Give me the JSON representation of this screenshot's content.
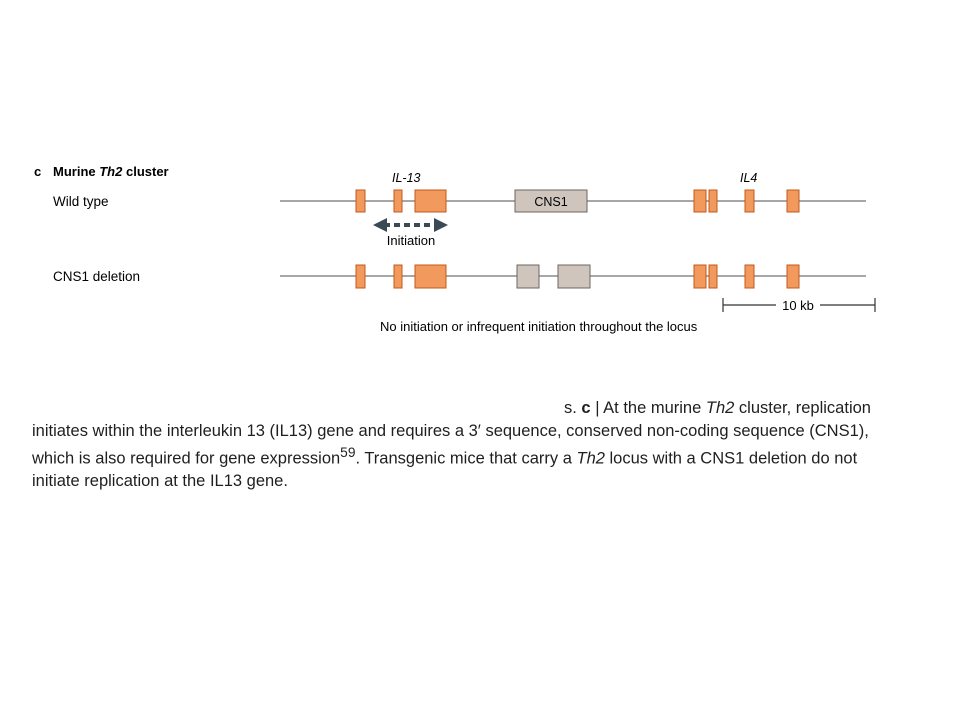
{
  "panel": {
    "letter": "c",
    "title_prefix": "Murine ",
    "title_italic": "Th2",
    "title_suffix": " cluster"
  },
  "rows": {
    "wild_type_label": "Wild type",
    "deletion_label": "CNS1 deletion"
  },
  "genes": {
    "il13": "IL-13",
    "il4": "IL4",
    "cns1": "CNS1"
  },
  "initiation_label": "Initiation",
  "scale_bar_label": "10 kb",
  "deletion_note": "No initiation or infrequent initiation throughout the locus",
  "caption": {
    "line1_prefix": "s. ",
    "line1_bold": "c",
    "line1_text": " | At the murine ",
    "line1_italic": "Th2",
    "line1_suffix": " cluster, replication",
    "line2": "initiates within the interleukin 13 (IL13) gene and requires a 3′ sequence, conserved non-coding sequence (CNS1),",
    "line3_text": "which is also required for gene expression",
    "line3_sup": "59",
    "line3_mid": ". Transgenic mice that carry a ",
    "line3_italic": "Th2",
    "line3_suffix": " locus with a CNS1 deletion do not",
    "line4": "initiate replication at the IL13 gene."
  }
}
